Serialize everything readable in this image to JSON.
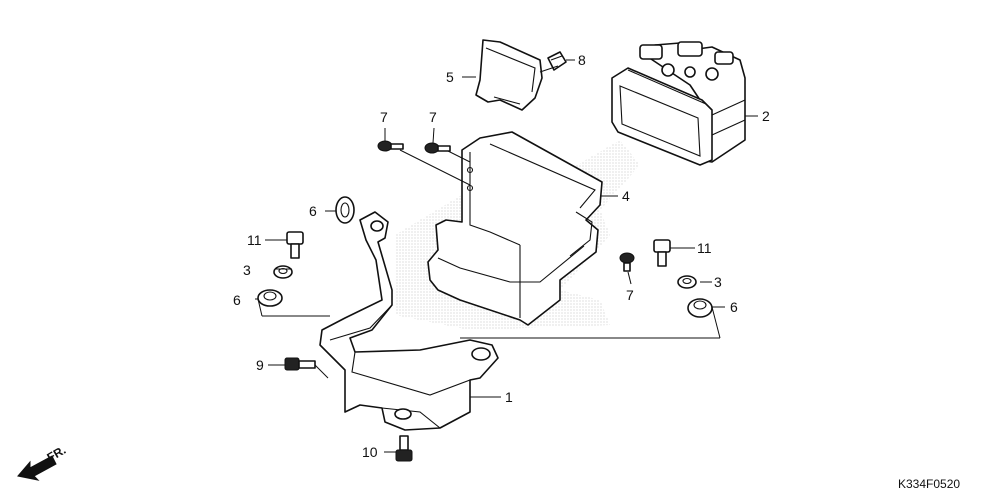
{
  "diagram": {
    "drawing_code": "K334F0520",
    "direction_label": "FR.",
    "callouts": {
      "c1": "1",
      "c2": "2",
      "c3a": "3",
      "c3b": "3",
      "c4": "4",
      "c5": "5",
      "c6a": "6",
      "c6b": "6",
      "c6c": "6",
      "c7a": "7",
      "c7b": "7",
      "c7c": "7",
      "c8": "8",
      "c9": "9",
      "c10": "10",
      "c11a": "11",
      "c11b": "11"
    }
  }
}
